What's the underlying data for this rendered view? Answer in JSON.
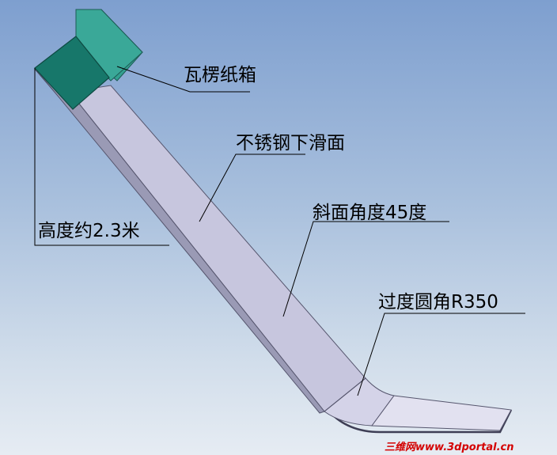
{
  "labels": {
    "box": "瓦楞纸箱",
    "slide_surface": "不锈钢下滑面",
    "slope_angle": "斜面角度45度",
    "height": "高度约2.3米",
    "fillet": "过度圆角R350"
  },
  "watermark": "三维网www.3dportal.cn",
  "colors": {
    "box_front": "#1a7a6a",
    "box_back": "#35a294",
    "chute_top": "#c9c8e0",
    "chute_edge": "#4a4a60",
    "leader": "#000000",
    "watermark": "#d40000"
  }
}
